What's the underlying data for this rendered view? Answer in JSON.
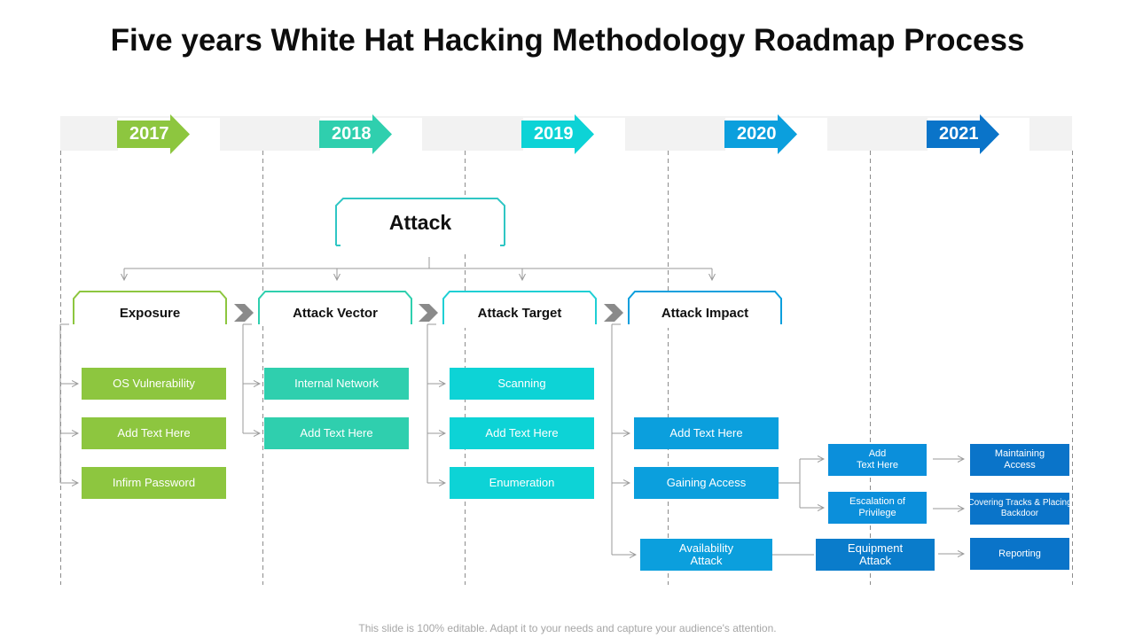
{
  "title": "Five years White Hat Hacking Methodology Roadmap Process",
  "years": [
    "2017",
    "2018",
    "2019",
    "2020",
    "2021"
  ],
  "root": "Attack",
  "categories": [
    "Exposure",
    "Attack Vector",
    "Attack Target",
    "Attack Impact"
  ],
  "exposure": [
    "OS  Vulnerability",
    "Add Text Here",
    "Infirm  Password"
  ],
  "vector": [
    "Internal  Network",
    "Add Text Here"
  ],
  "target": [
    "Scanning",
    "Add Text Here",
    "Enumeration"
  ],
  "impact": {
    "add_text": "Add Text Here",
    "gaining_access": "Gaining Access",
    "availability_attack": "Availability\nAttack",
    "add_text_2": "Add\nText Here",
    "escalation": "Escalation of\nPrivilege",
    "equipment_attack": "Equipment\nAttack",
    "maintaining_access": "Maintaining\nAccess",
    "covering_tracks": "Covering Tracks & Placing\nBackdoor",
    "reporting": "Reporting"
  },
  "footer": "This slide is 100% editable. Adapt it to your needs and capture your audience's attention.",
  "colors": {
    "green": "#8dc63f",
    "teal": "#2fcfae",
    "cyan": "#0dd3d6",
    "lightblue": "#0b9fdd",
    "blue": "#0a74c9",
    "line": "#9a9a9a",
    "band": "#f2f2f2"
  }
}
